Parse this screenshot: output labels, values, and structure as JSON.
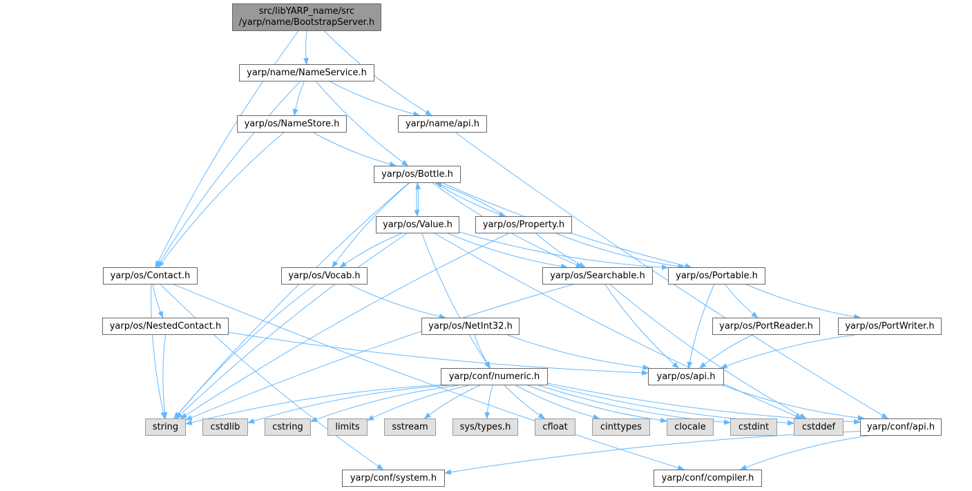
{
  "nodes": {
    "root": "src/libYARP_name/src\n/yarp/name/BootstrapServer.h",
    "nameservice": "yarp/name/NameService.h",
    "namestore": "yarp/os/NameStore.h",
    "nameapi": "yarp/name/api.h",
    "bottle": "yarp/os/Bottle.h",
    "value": "yarp/os/Value.h",
    "property": "yarp/os/Property.h",
    "contact": "yarp/os/Contact.h",
    "vocab": "yarp/os/Vocab.h",
    "searchable": "yarp/os/Searchable.h",
    "portable": "yarp/os/Portable.h",
    "nestedcontact": "yarp/os/NestedContact.h",
    "netint32": "yarp/os/NetInt32.h",
    "portreader": "yarp/os/PortReader.h",
    "portwriter": "yarp/os/PortWriter.h",
    "numeric": "yarp/conf/numeric.h",
    "osapi": "yarp/os/api.h",
    "string": "string",
    "cstdlib": "cstdlib",
    "cstring": "cstring",
    "limits": "limits",
    "sstream": "sstream",
    "systypes": "sys/types.h",
    "cfloat": "cfloat",
    "cinttypes": "cinttypes",
    "clocale": "clocale",
    "cstdint": "cstdint",
    "cstddef": "cstddef",
    "confapi": "yarp/conf/api.h",
    "system": "yarp/conf/system.h",
    "compiler": "yarp/conf/compiler.h"
  },
  "edge_color": "#63b8ff",
  "edges": [
    [
      "root",
      "nameservice"
    ],
    [
      "root",
      "nameapi"
    ],
    [
      "root",
      "contact"
    ],
    [
      "nameservice",
      "namestore"
    ],
    [
      "nameservice",
      "nameapi"
    ],
    [
      "nameservice",
      "bottle"
    ],
    [
      "nameservice",
      "contact"
    ],
    [
      "namestore",
      "bottle"
    ],
    [
      "namestore",
      "contact"
    ],
    [
      "nameapi",
      "confapi"
    ],
    [
      "bottle",
      "value"
    ],
    [
      "bottle",
      "property"
    ],
    [
      "bottle",
      "vocab"
    ],
    [
      "bottle",
      "searchable"
    ],
    [
      "bottle",
      "portable"
    ],
    [
      "bottle",
      "string"
    ],
    [
      "value",
      "bottle"
    ],
    [
      "value",
      "vocab"
    ],
    [
      "value",
      "searchable"
    ],
    [
      "value",
      "portable"
    ],
    [
      "value",
      "numeric"
    ],
    [
      "value",
      "string"
    ],
    [
      "value",
      "cstddef"
    ],
    [
      "property",
      "bottle"
    ],
    [
      "property",
      "searchable"
    ],
    [
      "property",
      "portable"
    ],
    [
      "property",
      "string"
    ],
    [
      "contact",
      "nestedcontact"
    ],
    [
      "contact",
      "string"
    ],
    [
      "contact",
      "system"
    ],
    [
      "contact",
      "compiler"
    ],
    [
      "vocab",
      "netint32"
    ],
    [
      "vocab",
      "string"
    ],
    [
      "searchable",
      "osapi"
    ],
    [
      "searchable",
      "string"
    ],
    [
      "searchable",
      "cstddef"
    ],
    [
      "portable",
      "osapi"
    ],
    [
      "portable",
      "portreader"
    ],
    [
      "portable",
      "portwriter"
    ],
    [
      "nestedcontact",
      "string"
    ],
    [
      "nestedcontact",
      "osapi"
    ],
    [
      "netint32",
      "numeric"
    ],
    [
      "netint32",
      "osapi"
    ],
    [
      "portreader",
      "osapi"
    ],
    [
      "portwriter",
      "osapi"
    ],
    [
      "numeric",
      "string"
    ],
    [
      "numeric",
      "cstdlib"
    ],
    [
      "numeric",
      "cstring"
    ],
    [
      "numeric",
      "limits"
    ],
    [
      "numeric",
      "sstream"
    ],
    [
      "numeric",
      "systypes"
    ],
    [
      "numeric",
      "cfloat"
    ],
    [
      "numeric",
      "cinttypes"
    ],
    [
      "numeric",
      "clocale"
    ],
    [
      "numeric",
      "cstdint"
    ],
    [
      "numeric",
      "cstddef"
    ],
    [
      "numeric",
      "confapi"
    ],
    [
      "osapi",
      "confapi"
    ],
    [
      "confapi",
      "system"
    ],
    [
      "confapi",
      "compiler"
    ]
  ]
}
